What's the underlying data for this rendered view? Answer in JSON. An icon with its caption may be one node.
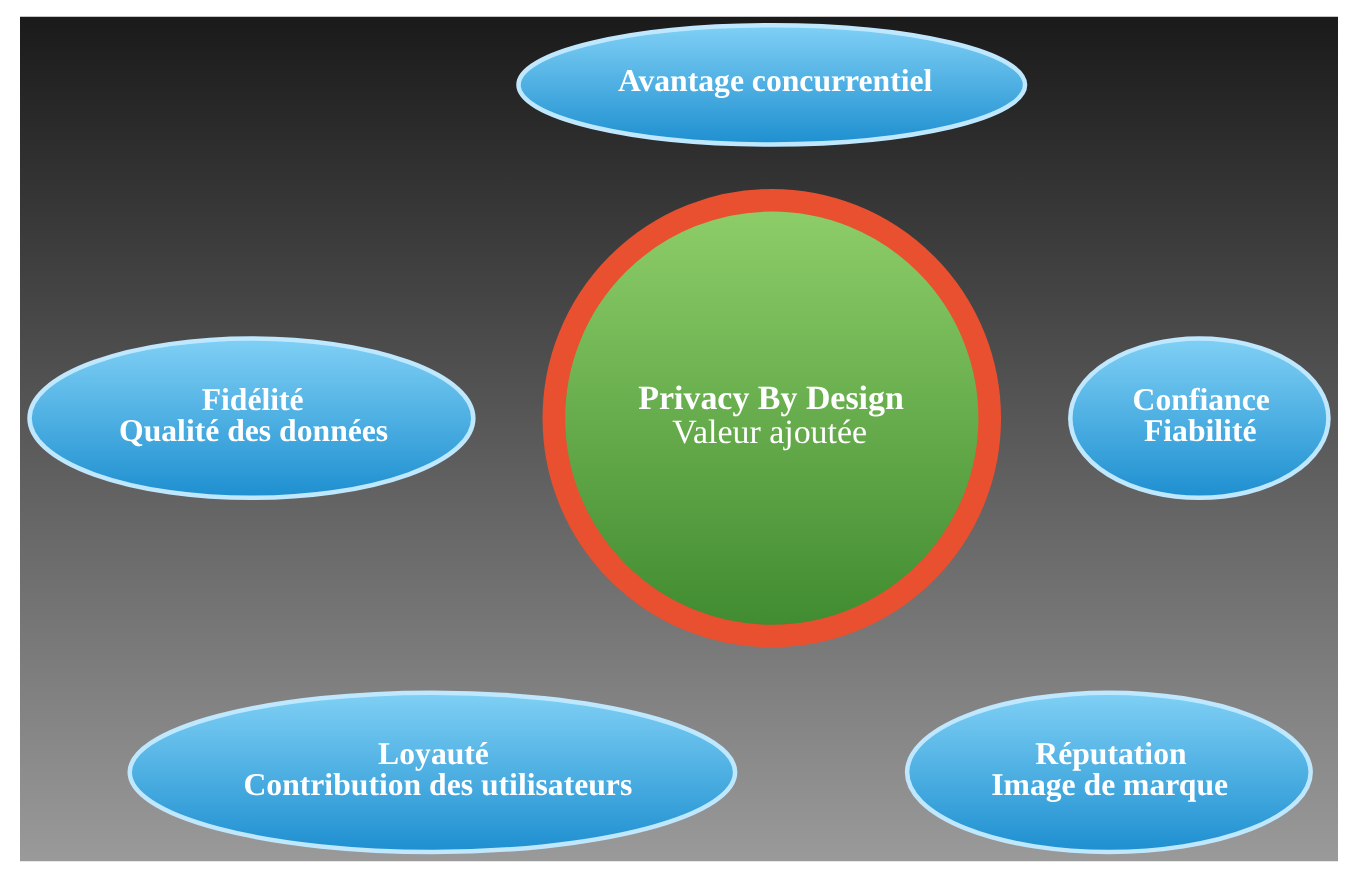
{
  "diagram": {
    "nodes": [
      {
        "text": [
          "Avantage concurrentiel"
        ]
      },
      {
        "text": [
          "Fidélité",
          "Qualité des données"
        ]
      },
      {
        "text": [
          "Privacy By Design",
          "Valeur ajoutée"
        ]
      },
      {
        "text": [
          "Confiance",
          "Fiabilité"
        ]
      },
      {
        "text": [
          "Loyauté",
          "Contribution des utilisateurs"
        ]
      },
      {
        "text": [
          "Réputation",
          "Image de marque"
        ]
      }
    ]
  }
}
